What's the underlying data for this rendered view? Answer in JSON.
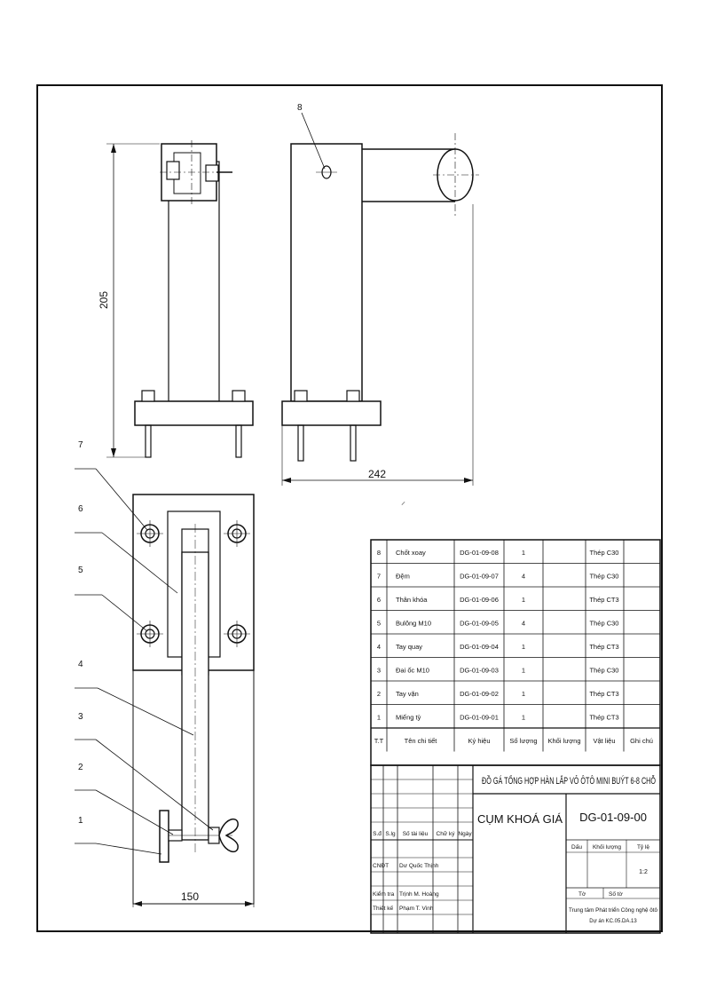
{
  "dimensions": {
    "height": "205",
    "width_side": "242",
    "width_top": "150"
  },
  "balloons": [
    "8",
    "7",
    "6",
    "5",
    "4",
    "3",
    "2",
    "1"
  ],
  "parts_list": {
    "headers": [
      "T.T",
      "Tên chi tiết",
      "Ký hiệu",
      "Số lượng",
      "Khối lượng",
      "Vật liệu",
      "Ghi chú"
    ],
    "rows": [
      {
        "tt": "8",
        "name": "Chốt xoay",
        "code": "DG-01-09-08",
        "qty": "1",
        "mass": "",
        "material": "Thép C30",
        "note": ""
      },
      {
        "tt": "7",
        "name": "Đệm",
        "code": "DG-01-09-07",
        "qty": "4",
        "mass": "",
        "material": "Thép C30",
        "note": ""
      },
      {
        "tt": "6",
        "name": "Thân khóa",
        "code": "DG-01-09-06",
        "qty": "1",
        "mass": "",
        "material": "Thép CT3",
        "note": ""
      },
      {
        "tt": "5",
        "name": "Bulông M10",
        "code": "DG-01-09-05",
        "qty": "4",
        "mass": "",
        "material": "Thép C30",
        "note": ""
      },
      {
        "tt": "4",
        "name": "Tay quay",
        "code": "DG-01-09-04",
        "qty": "1",
        "mass": "",
        "material": "Thép CT3",
        "note": ""
      },
      {
        "tt": "3",
        "name": "Đai ốc M10",
        "code": "DG-01-09-03",
        "qty": "1",
        "mass": "",
        "material": "Thép C30",
        "note": ""
      },
      {
        "tt": "2",
        "name": "Tay vặn",
        "code": "DG-01-09-02",
        "qty": "1",
        "mass": "",
        "material": "Thép CT3",
        "note": ""
      },
      {
        "tt": "1",
        "name": "Miếng tỳ",
        "code": "DG-01-09-01",
        "qty": "1",
        "mass": "",
        "material": "Thép CT3",
        "note": ""
      }
    ]
  },
  "title_block": {
    "project_title": "ĐỒ GÁ TỔNG HỢP HÀN LẮP VỎ ÔTÔ MINI BUÝT 6-8 CHỖ",
    "assembly_name": "CỤM KHOÁ GIÁ",
    "drawing_code": "DG-01-09-00",
    "rev_headers": [
      "S.đ",
      "S.lg",
      "Số tài liệu",
      "Chữ ký",
      "Ngày"
    ],
    "dau": "Dấu",
    "khoi_luong": "Khối lượng",
    "ti_le": "Tỷ lệ",
    "scale": "1:2",
    "to": "Tờ",
    "so_to": "Số tờ",
    "roles": [
      {
        "role": "CNĐT",
        "person": "Dư Quốc Thịnh"
      },
      {
        "role": "Kiểm tra",
        "person": "Trịnh M. Hoàng"
      },
      {
        "role": "Thiết kế",
        "person": "Phạm T. Vinh"
      }
    ],
    "org_line1": "Trung tâm Phát triển Công nghệ ôtô",
    "org_line2": "Dự án KC.05.DA.13"
  }
}
